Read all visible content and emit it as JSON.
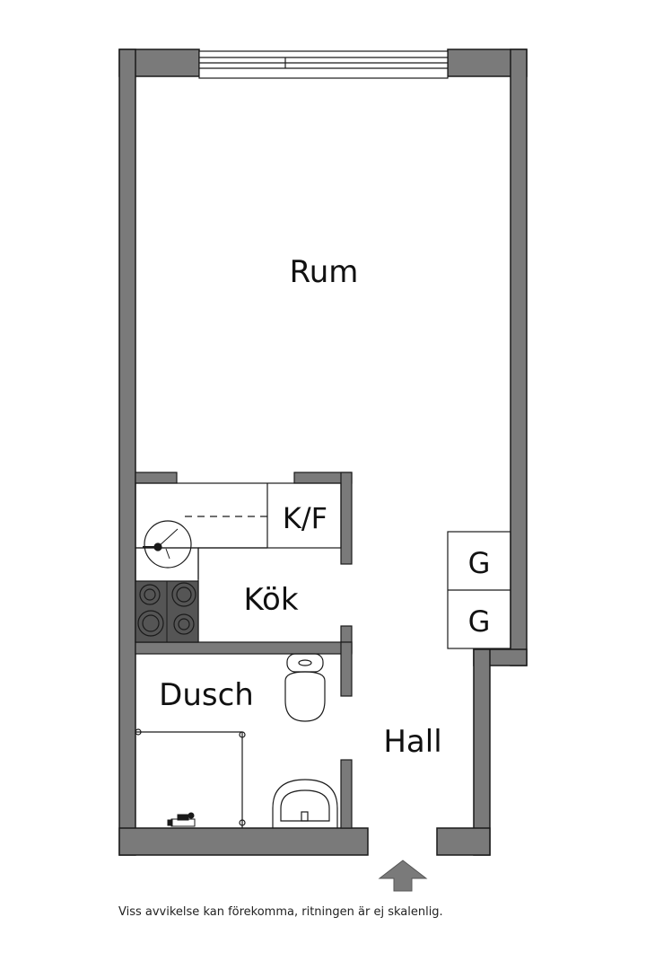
{
  "rooms": {
    "main": "Rum",
    "fridge": "K/F",
    "kitchen": "Kök",
    "shower": "Dusch",
    "hall": "Hall",
    "closet_1": "G",
    "closet_2": "G"
  },
  "disclaimer": "Viss avvikelse kan förekomma, ritningen är ej skalenlig.",
  "colors": {
    "wall": "#7a7a7a",
    "wall_outline": "#1a1a1a",
    "stove": "#555555",
    "background": "#ffffff"
  },
  "icons": [
    "window-icon",
    "sink-icon",
    "stove-icon",
    "toilet-icon",
    "washbasin-icon",
    "shower-faucet-icon",
    "entrance-arrow-icon"
  ]
}
